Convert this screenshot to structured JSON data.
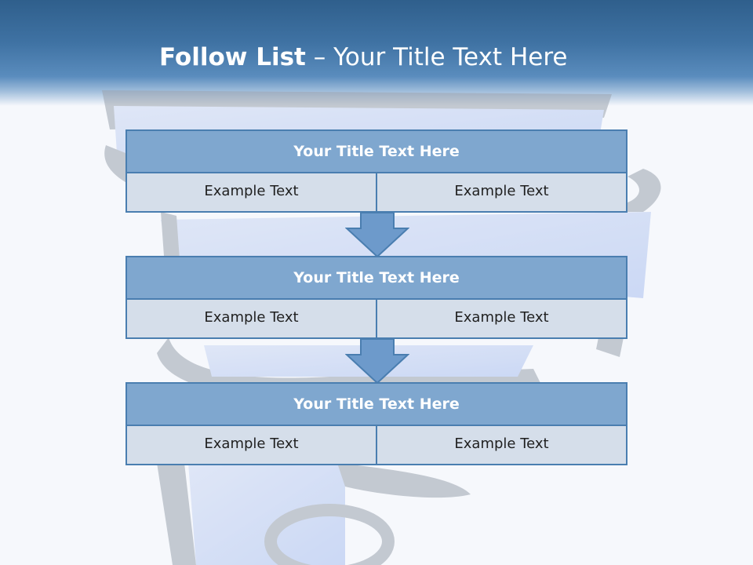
{
  "slide": {
    "title_bold": "Follow List",
    "title_rest": "– Your Title Text Here"
  },
  "steps": [
    {
      "title": "Your Title Text Here",
      "left": "Example Text",
      "right": "Example Text"
    },
    {
      "title": "Your Title Text Here",
      "left": "Example Text",
      "right": "Example Text"
    },
    {
      "title": "Your Title Text Here",
      "left": "Example Text",
      "right": "Example Text"
    }
  ],
  "colors": {
    "header": "#3f72a3",
    "box_title": "#7fa7cf",
    "box_border": "#4a7eb0",
    "cell_bg": "#d5deea",
    "arrow": "#6d9acb"
  }
}
